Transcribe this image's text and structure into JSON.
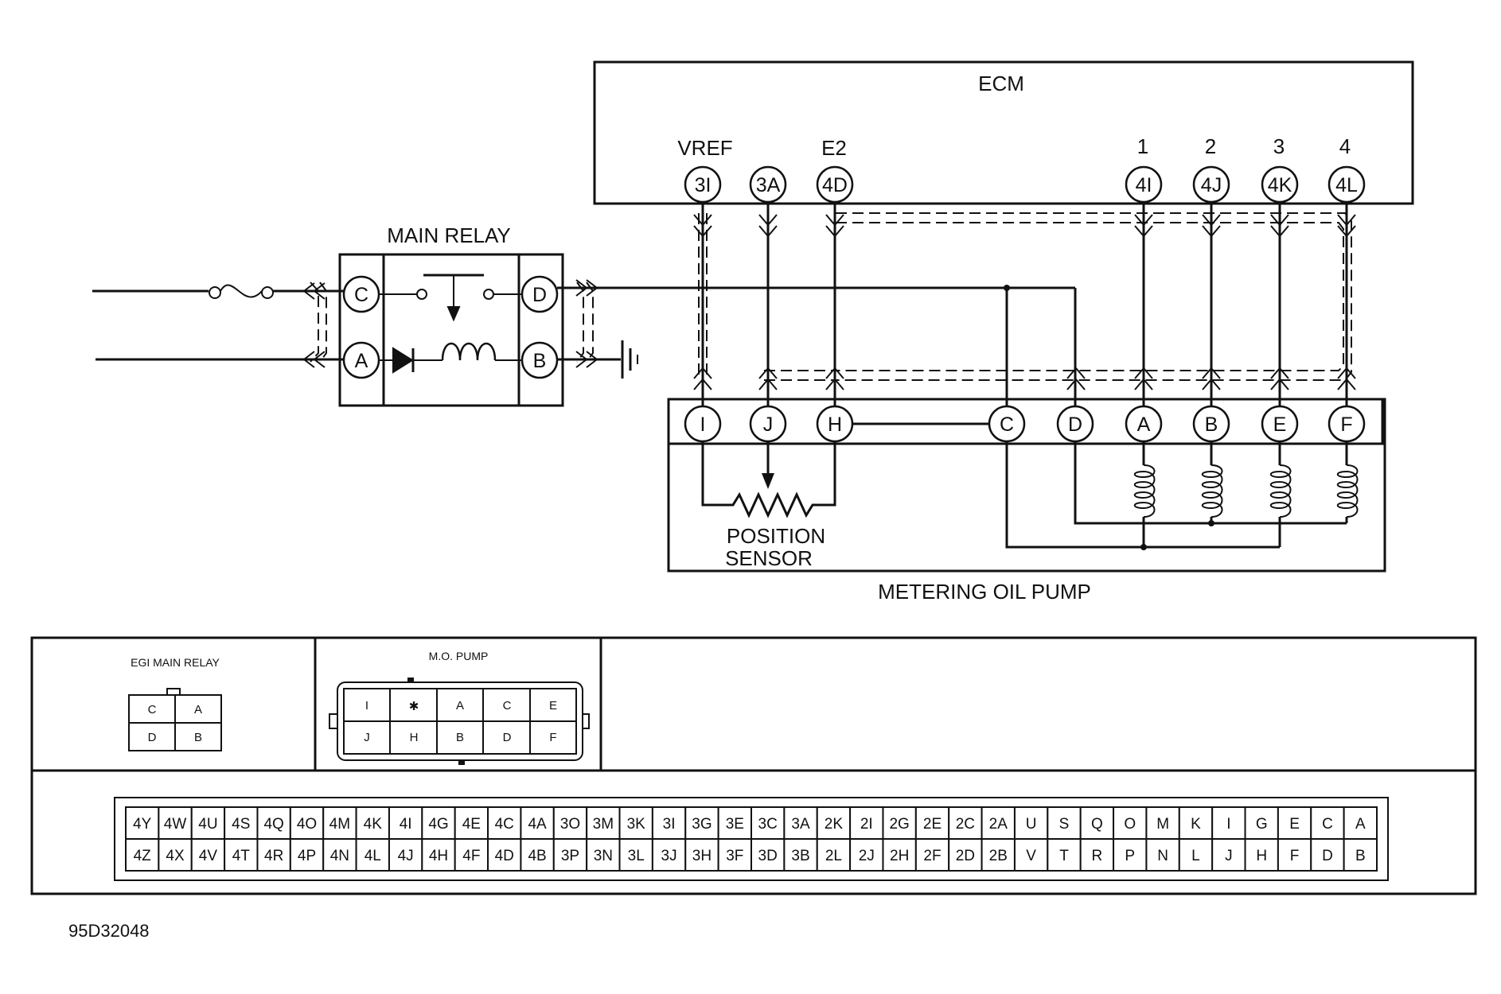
{
  "ecm": {
    "title": "ECM",
    "pin_labels": [
      "VREF",
      "E2",
      "1",
      "2",
      "3",
      "4"
    ],
    "pins": [
      "3I",
      "3A",
      "4D",
      "4I",
      "4J",
      "4K",
      "4L"
    ]
  },
  "main_relay": {
    "title": "MAIN RELAY",
    "terminals": [
      "C",
      "A",
      "D",
      "B"
    ]
  },
  "pump": {
    "title": "METERING OIL PUMP",
    "sensor_label_1": "POSITION",
    "sensor_label_2": "SENSOR",
    "terminals": [
      "I",
      "J",
      "H",
      "C",
      "D",
      "A",
      "B",
      "E",
      "F"
    ]
  },
  "connectors": {
    "egi_title": "EGI MAIN RELAY",
    "egi_cells": [
      "C",
      "A",
      "D",
      "B"
    ],
    "mo_title": "M.O. PUMP",
    "mo_top": [
      "I",
      "✱",
      "A",
      "C",
      "E"
    ],
    "mo_bottom": [
      "J",
      "H",
      "B",
      "D",
      "F"
    ],
    "ecm_top": [
      "4Y",
      "4W",
      "4U",
      "4S",
      "4Q",
      "4O",
      "4M",
      "4K",
      "4I",
      "4G",
      "4E",
      "4C",
      "4A",
      "3O",
      "3M",
      "3K",
      "3I",
      "3G",
      "3E",
      "3C",
      "3A",
      "2K",
      "2I",
      "2G",
      "2E",
      "2C",
      "2A",
      "U",
      "S",
      "Q",
      "O",
      "M",
      "K",
      "I",
      "G",
      "E",
      "C",
      "A"
    ],
    "ecm_bottom": [
      "4Z",
      "4X",
      "4V",
      "4T",
      "4R",
      "4P",
      "4N",
      "4L",
      "4J",
      "4H",
      "4F",
      "4D",
      "4B",
      "3P",
      "3N",
      "3L",
      "3J",
      "3H",
      "3F",
      "3D",
      "3B",
      "2L",
      "2J",
      "2H",
      "2F",
      "2D",
      "2B",
      "V",
      "T",
      "R",
      "P",
      "N",
      "L",
      "J",
      "H",
      "F",
      "D",
      "B"
    ]
  },
  "figure_code": "95D32048"
}
